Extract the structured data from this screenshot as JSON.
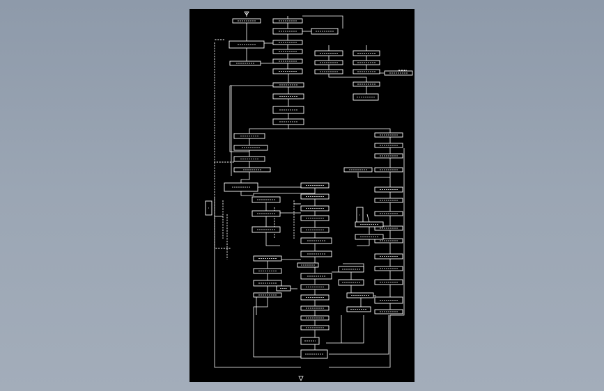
{
  "drawing": {
    "title": "",
    "colors": {
      "background": "#8e9aaa",
      "sheet": "#000000",
      "ink": "#ffffff"
    },
    "nodes": [
      {
        "id": "n1",
        "label": ""
      },
      {
        "id": "n2",
        "label": ""
      },
      {
        "id": "n3",
        "label": ""
      },
      {
        "id": "n4",
        "label": ""
      },
      {
        "id": "n5",
        "label": ""
      },
      {
        "id": "n6",
        "label": ""
      },
      {
        "id": "n7",
        "label": ""
      },
      {
        "id": "n8",
        "label": ""
      },
      {
        "id": "n9",
        "label": ""
      },
      {
        "id": "n10",
        "label": ""
      },
      {
        "id": "n11",
        "label": ""
      },
      {
        "id": "n12",
        "label": ""
      },
      {
        "id": "n13",
        "label": ""
      },
      {
        "id": "n14",
        "label": ""
      },
      {
        "id": "n15",
        "label": ""
      },
      {
        "id": "n16",
        "label": ""
      },
      {
        "id": "n17",
        "label": ""
      },
      {
        "id": "n18",
        "label": ""
      },
      {
        "id": "n19",
        "label": ""
      },
      {
        "id": "n20",
        "label": ""
      },
      {
        "id": "n21",
        "label": ""
      },
      {
        "id": "n22",
        "label": ""
      },
      {
        "id": "n23",
        "label": ""
      },
      {
        "id": "n24",
        "label": ""
      },
      {
        "id": "n25",
        "label": ""
      },
      {
        "id": "n26",
        "label": ""
      },
      {
        "id": "n27",
        "label": ""
      },
      {
        "id": "n28",
        "label": ""
      },
      {
        "id": "n29",
        "label": ""
      },
      {
        "id": "n30",
        "label": ""
      },
      {
        "id": "n31",
        "label": ""
      },
      {
        "id": "n32",
        "label": ""
      },
      {
        "id": "n33",
        "label": ""
      },
      {
        "id": "n34",
        "label": ""
      },
      {
        "id": "n35",
        "label": ""
      },
      {
        "id": "n36",
        "label": ""
      },
      {
        "id": "n37",
        "label": ""
      },
      {
        "id": "n38",
        "label": ""
      },
      {
        "id": "n39",
        "label": ""
      },
      {
        "id": "n40",
        "label": ""
      },
      {
        "id": "n41",
        "label": ""
      },
      {
        "id": "n42",
        "label": ""
      },
      {
        "id": "n43",
        "label": ""
      },
      {
        "id": "n44",
        "label": ""
      },
      {
        "id": "n45",
        "label": ""
      },
      {
        "id": "n46",
        "label": ""
      },
      {
        "id": "n47",
        "label": ""
      },
      {
        "id": "n48",
        "label": ""
      },
      {
        "id": "n49",
        "label": ""
      },
      {
        "id": "n50",
        "label": ""
      },
      {
        "id": "n51",
        "label": ""
      },
      {
        "id": "n52",
        "label": ""
      },
      {
        "id": "n53",
        "label": ""
      },
      {
        "id": "n54",
        "label": ""
      },
      {
        "id": "n55",
        "label": ""
      },
      {
        "id": "n56",
        "label": ""
      },
      {
        "id": "n57",
        "label": ""
      },
      {
        "id": "n58",
        "label": ""
      },
      {
        "id": "n59",
        "label": ""
      },
      {
        "id": "n60",
        "label": ""
      },
      {
        "id": "n61",
        "label": ""
      },
      {
        "id": "n62",
        "label": ""
      },
      {
        "id": "n63",
        "label": ""
      },
      {
        "id": "n64",
        "label": ""
      },
      {
        "id": "n65",
        "label": ""
      },
      {
        "id": "n66",
        "label": ""
      },
      {
        "id": "n67",
        "label": ""
      },
      {
        "id": "n68",
        "label": ""
      },
      {
        "id": "n69",
        "label": ""
      },
      {
        "id": "n70",
        "label": ""
      },
      {
        "id": "n71",
        "label": ""
      },
      {
        "id": "n72",
        "label": ""
      },
      {
        "id": "n73",
        "label": ""
      },
      {
        "id": "n74",
        "label": ""
      },
      {
        "id": "n75",
        "label": ""
      }
    ]
  }
}
